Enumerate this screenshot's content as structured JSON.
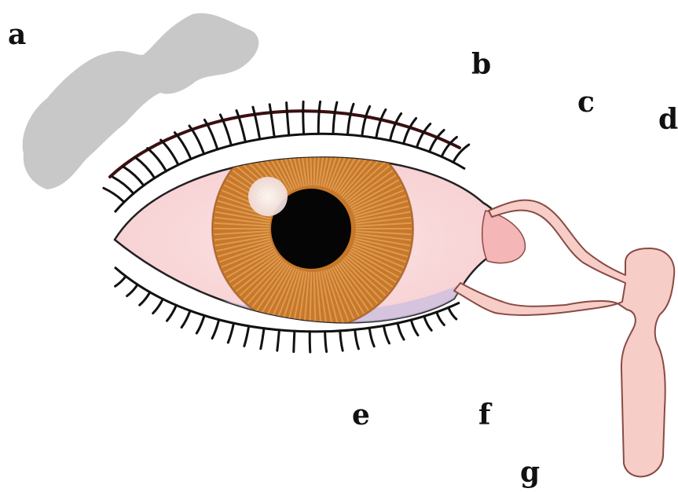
{
  "labels": {
    "a": "a",
    "b": "b",
    "c": "c",
    "d": "d",
    "e": "e",
    "f": "f",
    "g": "g"
  },
  "colors": {
    "lacrimal_gland": "#c8c8c8",
    "iris": "#c8782a",
    "iris_rays": "#e3a45a",
    "pupil": "#050505",
    "sclera": "#fadada",
    "lower_shade": "#cbbfe0",
    "caruncle": "#f4b6b6",
    "ducts": "#f6cdc7",
    "duct_outline": "#8a4a44",
    "lashes": "#111111",
    "eyebrow_line": "#3a1010"
  }
}
